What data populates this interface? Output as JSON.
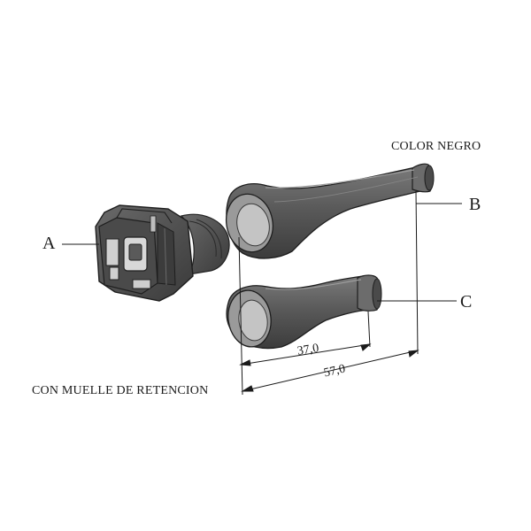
{
  "labels": {
    "color_note": "COLOR NEGRO",
    "spring_note": "CON MUELLE DE RETENCION",
    "part_a": "A",
    "part_b": "B",
    "part_c": "C"
  },
  "dimensions": {
    "short": "37,0",
    "long": "57,0"
  },
  "colors": {
    "ink": "#1a1a1a",
    "body": "#5d5d5d",
    "body_dark": "#3a3a3a",
    "body_light": "#8a8a8a"
  }
}
